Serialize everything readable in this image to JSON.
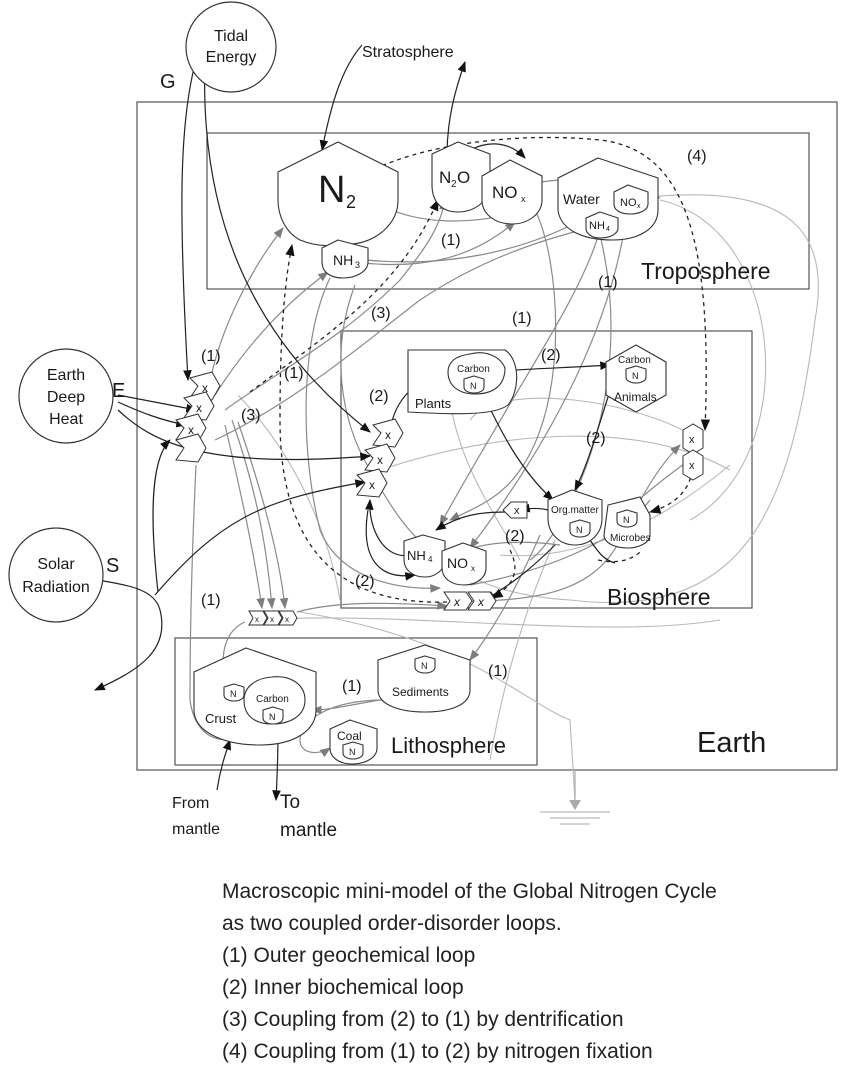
{
  "sources": {
    "tidal": [
      "Tidal",
      "Energy"
    ],
    "tidal_letter": "G",
    "earth_heat": [
      "Earth",
      "Deep",
      "Heat"
    ],
    "earth_letter": "E",
    "solar": [
      "Solar",
      "Radiation"
    ],
    "solar_letter": "S"
  },
  "compartments": {
    "earth": "Earth",
    "troposphere": "Troposphere",
    "biosphere": "Biosphere",
    "lithosphere": "Lithosphere"
  },
  "nodes": {
    "n2": "N",
    "n2_sub": "2",
    "nh3": "NH",
    "nh3_sub": "3",
    "n2o": "N",
    "n2o_sub": "2",
    "n2o_o": "O",
    "nox": "NO",
    "nox_sub": "x",
    "water": "Water",
    "water_nox": "NO",
    "water_nox_sub": "x",
    "water_nh4": "NH",
    "water_nh4_sub": "4",
    "plants_carbon": "Carbon",
    "plants_n": "N",
    "plants": "Plants",
    "animals_carbon": "Carbon",
    "animals_n": "N",
    "animals": "Animals",
    "org_matter": "Org.matter",
    "org_n": "N",
    "microbes_n": "N",
    "microbes": "Microbes",
    "bio_nh4": "NH",
    "bio_nh4_sub": "4",
    "bio_nox": "NO",
    "bio_nox_sub": "x",
    "sediments_n": "N",
    "sediments": "Sediments",
    "crust_n": "N",
    "crust": "Crust",
    "crust_carbon": "Carbon",
    "crust_carbon_n": "N",
    "coal": "Coal",
    "coal_n": "N"
  },
  "labels": {
    "stratosphere": "Stratosphere",
    "from_mantle": [
      "From",
      "mantle"
    ],
    "to_mantle": [
      "To",
      "mantle"
    ],
    "loop1": "(1)",
    "loop2": "(2)",
    "loop3": "(3)",
    "loop4": "(4)",
    "converter_x": "x"
  },
  "caption": [
    "Macroscopic mini-model of the Global Nitrogen Cycle",
    "as two coupled order-disorder loops.",
    "(1) Outer geochemical loop",
    "(2) Inner biochemical loop",
    "(3) Coupling from (2) to (1) by dentrification",
    "(4) Coupling from (1) to (2) by nitrogen fixation"
  ]
}
